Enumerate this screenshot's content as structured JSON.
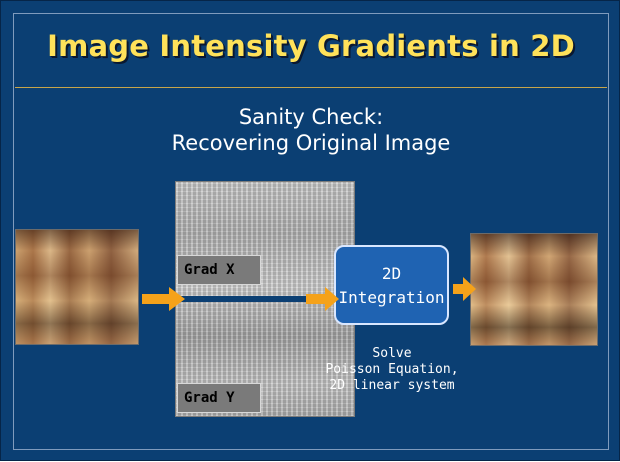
{
  "slide": {
    "title": "Image Intensity Gradients in 2D",
    "subtitle_line1": "Sanity Check:",
    "subtitle_line2": "Recovering Original Image",
    "labels": {
      "grad_x": "Grad X",
      "grad_y": "Grad Y"
    },
    "integration": {
      "line1": "2D",
      "line2": "Integration"
    },
    "caption": {
      "line1": "Solve",
      "line2": "Poisson Equation,",
      "line3": "2D linear system"
    }
  },
  "colors": {
    "background": "#0b3f73",
    "title": "#ffe25a",
    "accent_rule": "#c7a54a",
    "box_fill": "#1f63b2",
    "arrow": "#f5a21a"
  },
  "icons": {
    "arrow": "right-arrow-icon"
  }
}
